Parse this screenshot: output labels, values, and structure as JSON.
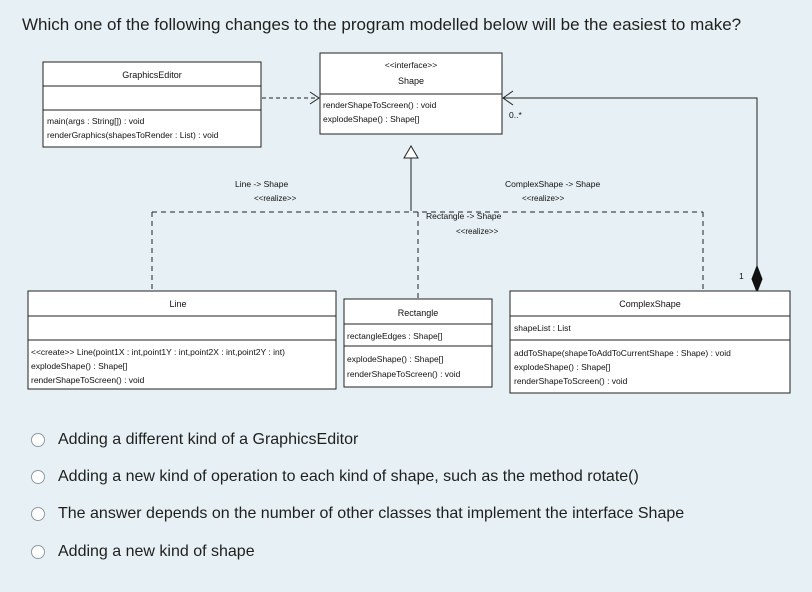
{
  "question": "Which one of the following changes to the program modelled below will be the easiest to make?",
  "diagram": {
    "graphics_editor": {
      "name": "GraphicsEditor",
      "methods": [
        "main(args : String[]) : void",
        "renderGraphics(shapesToRender : List) : void"
      ]
    },
    "shape": {
      "stereotype": "<<interface>>",
      "name": "Shape",
      "methods": [
        "renderShapeToScreen() : void",
        "explodeShape() : Shape[]"
      ]
    },
    "line": {
      "name": "Line",
      "methods": [
        "<<create>> Line(point1X : int,point1Y : int,point2X : int,point2Y : int)",
        "explodeShape() : Shape[]",
        "renderShapeToScreen() : void"
      ]
    },
    "rectangle": {
      "name": "Rectangle",
      "attributes": [
        "rectangleEdges : Shape[]"
      ],
      "methods": [
        "explodeShape() : Shape[]",
        "renderShapeToScreen() : void"
      ]
    },
    "complex_shape": {
      "name": "ComplexShape",
      "attributes": [
        "shapeList : List"
      ],
      "methods": [
        "addToShape(shapeToAddToCurrentShape : Shape) : void",
        "explodeShape() : Shape[]",
        "renderShapeToScreen() : void"
      ]
    },
    "relations": {
      "line_realize": {
        "label": "Line -> Shape",
        "stereotype": "<<realize>>"
      },
      "complex_realize": {
        "label": "ComplexShape -> Shape",
        "stereotype": "<<realize>>"
      },
      "rect_realize": {
        "label": "Rectangle -> Shape",
        "stereotype": "<<realize>>"
      },
      "multiplicity_many": "0..*",
      "multiplicity_one": "1"
    }
  },
  "options": [
    {
      "label": "Adding a different kind of a GraphicsEditor"
    },
    {
      "label": "Adding a new kind of operation to each kind of shape, such as the method rotate()"
    },
    {
      "label": "The answer depends on the number of other classes that implement the interface Shape"
    },
    {
      "label": "Adding a new kind of shape"
    }
  ]
}
